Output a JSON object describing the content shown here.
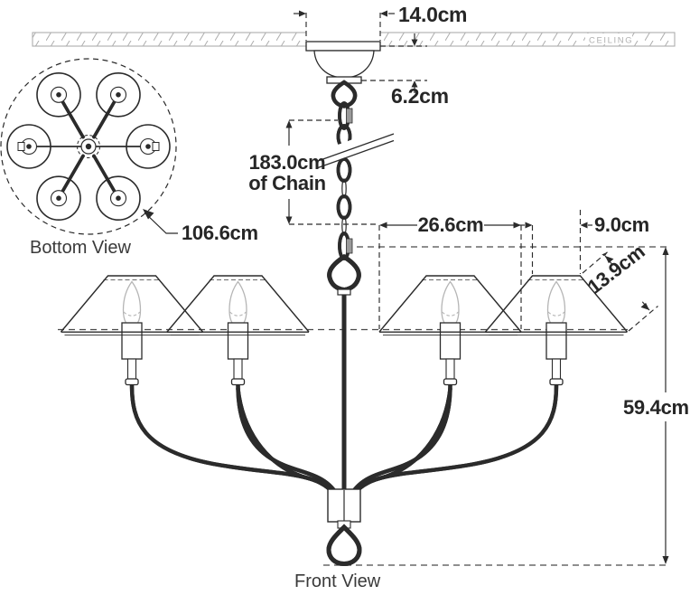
{
  "diagram": {
    "ceiling_label": "CEILING",
    "views": {
      "bottom": "Bottom View",
      "front": "Front View"
    },
    "dimensions": {
      "canopy_width": "14.0cm",
      "canopy_height": "6.2cm",
      "chain_length_line1": "183.0cm",
      "chain_length_line2": "of Chain",
      "shade_bottom_diameter": "26.6cm",
      "shade_top_diameter": "9.0cm",
      "shade_slant_height": "13.9cm",
      "fixture_diameter": "106.6cm",
      "body_height": "59.4cm"
    },
    "colors": {
      "line": "#2b2b2b",
      "ceiling_gray": "#adadad",
      "bulb_gray": "#b5b5b5"
    }
  }
}
